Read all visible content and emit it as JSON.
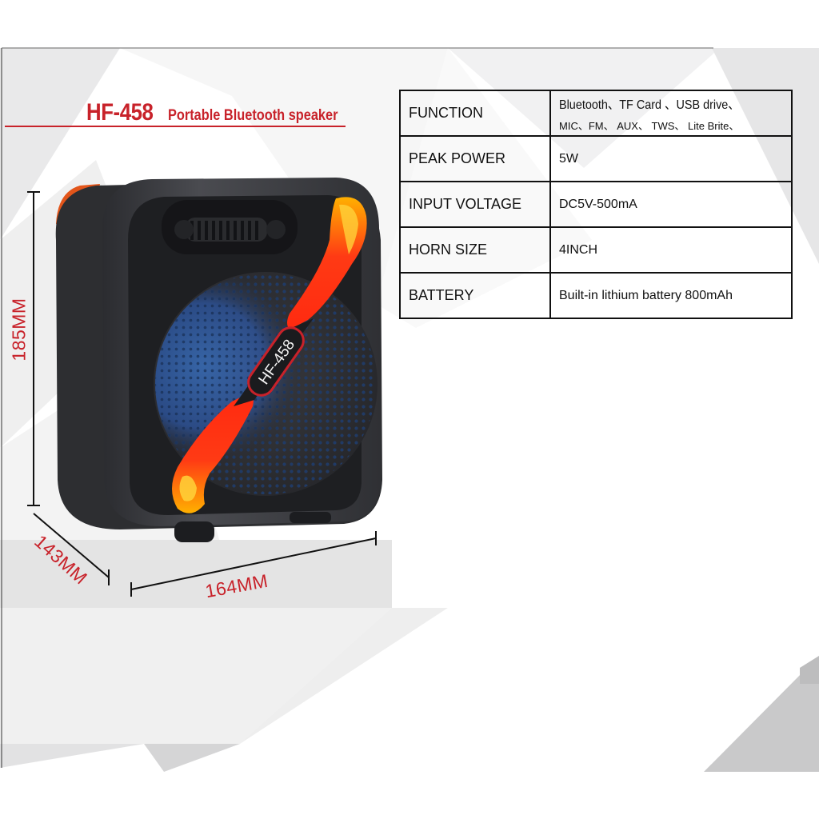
{
  "title": {
    "model": "HF-458",
    "subtitle": "Portable Bluetooth speaker"
  },
  "product": {
    "badge": "HF-458",
    "body_color": "#3a3b3f",
    "light_colors": [
      "#ff8a00",
      "#ff2a12",
      "#2e7bff"
    ]
  },
  "dimensions": {
    "height": "185MM",
    "depth": "143MM",
    "width": "164MM"
  },
  "specs": [
    {
      "label": "FUNCTION",
      "value_line1": "Bluetooth、TF Card 、USB drive、",
      "value_line2": "MIC、FM、 AUX、 TWS、 Lite Brite、"
    },
    {
      "label": "PEAK POWER",
      "value": "5W"
    },
    {
      "label": "INPUT VOLTAGE",
      "value": "DC5V-500mA"
    },
    {
      "label": "HORN SIZE",
      "value": "4INCH"
    },
    {
      "label": "BATTERY",
      "value": "Built-in lithium battery 800mAh"
    }
  ],
  "colors": {
    "accent": "#c8222a",
    "table_border": "#111111"
  }
}
